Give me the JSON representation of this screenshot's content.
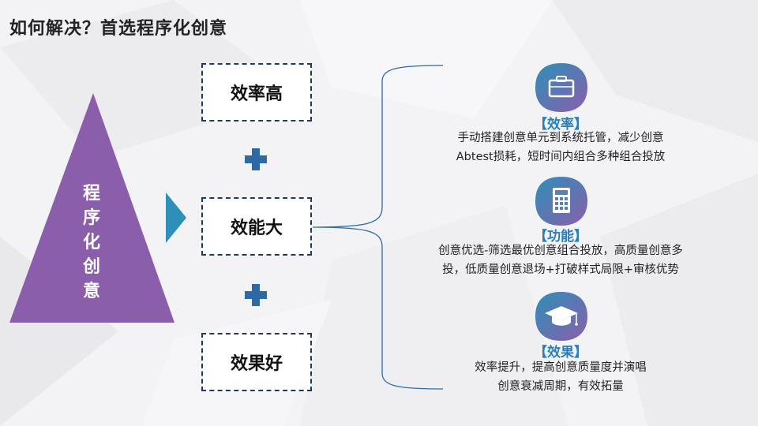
{
  "title": "如何解决？首选程序化创意",
  "pyramid": {
    "label": "程序化创意",
    "color": "#8a5eab"
  },
  "arrow_color": "#2e8fb8",
  "boxes": [
    {
      "label": "效率高"
    },
    {
      "label": "效能大"
    },
    {
      "label": "效果好"
    }
  ],
  "plus_color": "#2b6aa6",
  "items": [
    {
      "icon": "briefcase-icon",
      "title": "【效率】",
      "desc": [
        "手动搭建创意单元到系统托管，减少创意",
        "Abtest损耗，短时间内组合多种组合投放"
      ]
    },
    {
      "icon": "calculator-icon",
      "title": "【功能】",
      "desc": [
        "创意优选-筛选最优创意组合投放，高质量创意多",
        "投，低质量创意退场+打破样式局限+审核优势"
      ]
    },
    {
      "icon": "graduation-cap-icon",
      "title": "【效果】",
      "desc": [
        "效率提升，提高创意质量度并演唱",
        "创意衰减周期，有效拓量"
      ]
    }
  ],
  "colors": {
    "icon_gradient_start": "#2e8fb8",
    "icon_gradient_end": "#8a5eab",
    "accent_text": "#2b7fb8"
  }
}
